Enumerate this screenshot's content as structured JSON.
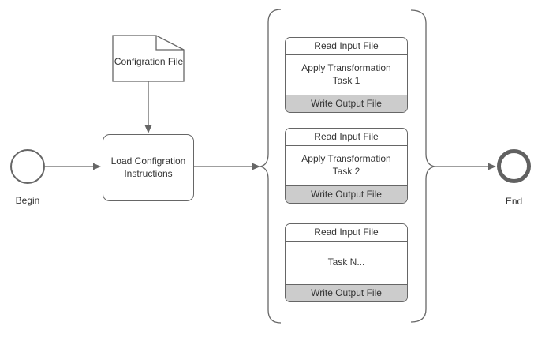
{
  "diagram": {
    "begin_label": "Begin",
    "end_label": "End",
    "document_label": "Configration File",
    "load_box_label": "Load Configration Instructions",
    "task_groups": [
      {
        "header": "Read Input File",
        "body": "Apply Transformation Task 1",
        "footer": "Write Output File"
      },
      {
        "header": "Read Input File",
        "body": "Apply Transformation Task 2",
        "footer": "Write Output File"
      },
      {
        "header": "Read Input File",
        "body": "Task N...",
        "footer": "Write Output File"
      }
    ],
    "colors": {
      "stroke": "#666666",
      "task_footer_fill": "#cccccc",
      "shape_fill": "#ffffff",
      "text": "#333333"
    }
  }
}
